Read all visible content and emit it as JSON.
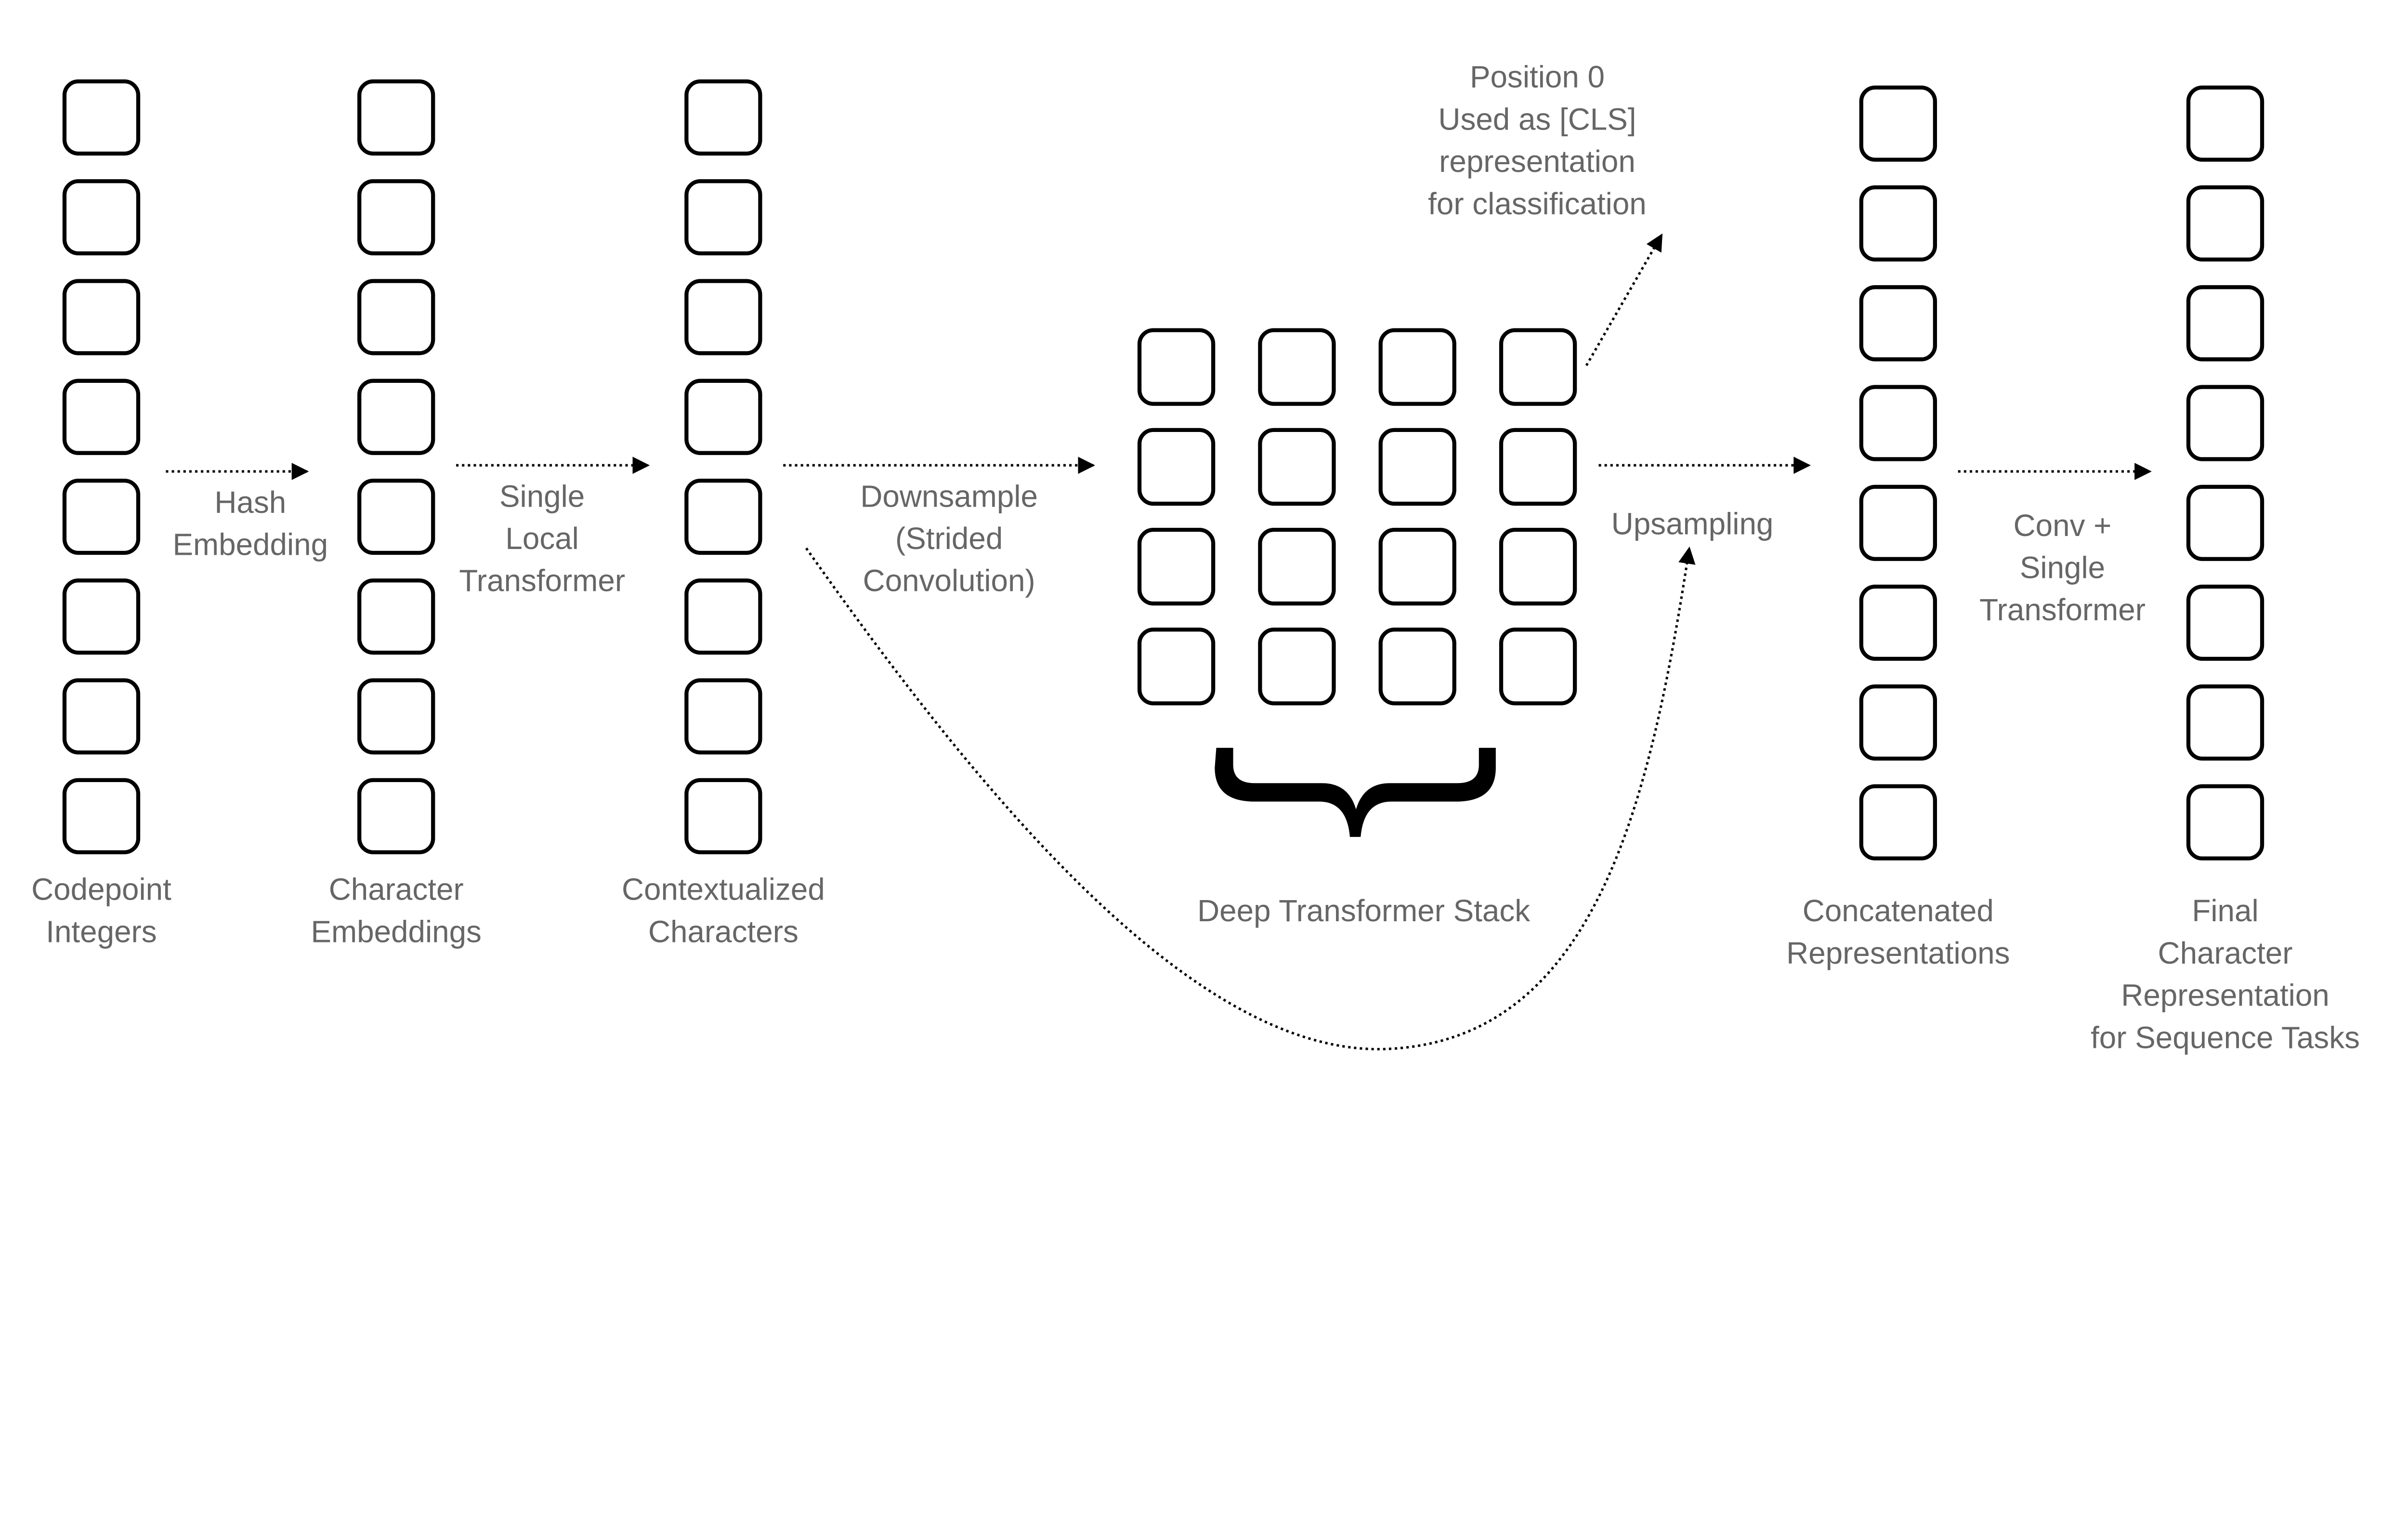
{
  "columns": [
    {
      "label": [
        "Codepoint",
        "Integers"
      ],
      "cells": 8
    },
    {
      "label": [
        "Character",
        "Embeddings"
      ],
      "cells": 8
    },
    {
      "label": [
        "Contextualized",
        "Characters"
      ],
      "cells": 8
    },
    {
      "label": [
        "Concatenated",
        "Representations"
      ],
      "cells": 8
    },
    {
      "label": [
        "Final",
        "Character",
        "Representation",
        "for Sequence Tasks"
      ],
      "cells": 8
    }
  ],
  "grid": {
    "rows": 4,
    "cols": 4,
    "label": "Deep Transformer Stack"
  },
  "edges": [
    {
      "label": [
        "Hash",
        "Embedding"
      ]
    },
    {
      "label": [
        "Single",
        "Local",
        "Transformer"
      ]
    },
    {
      "label": [
        "Downsample",
        "(Strided",
        "Convolution)"
      ]
    },
    {
      "label": [
        "Upsampling"
      ]
    },
    {
      "label": [
        "Conv +",
        "Single",
        "Transformer"
      ]
    }
  ],
  "cls_note": [
    "Position 0",
    "Used as [CLS]",
    "representation",
    "for classification"
  ]
}
